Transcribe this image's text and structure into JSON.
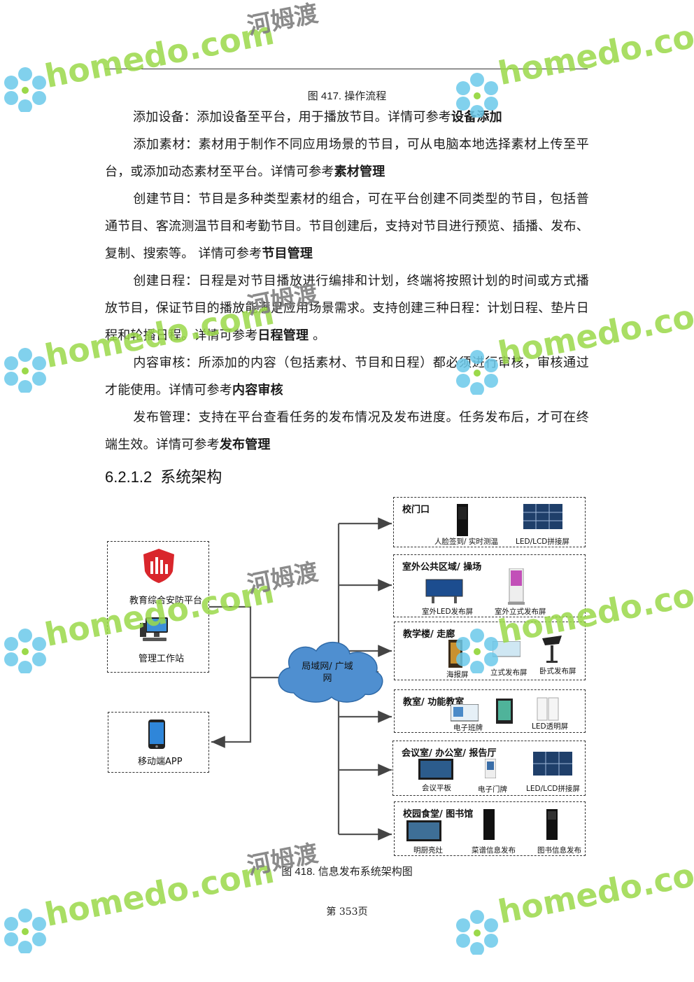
{
  "figure417_caption": "图 417.  操作流程",
  "paragraphs": [
    {
      "text": "添加设备：添加设备至平台，用于播放节目。详情可参考",
      "ref": "设备添加",
      "after": ""
    },
    {
      "text": "添加素材：素材用于制作不同应用场景的节目，可从电脑本地选择素材上传至平台，或添加动态素材至平台。详情可参考",
      "ref": "素材管理",
      "after": ""
    },
    {
      "text": "创建节目：节目是多种类型素材的组合，可在平台创建不同类型的节目，包括普通节目、客流测温节目和考勤节目。节目创建后，支持对节目进行预览、插播、发布、复制、搜索等。 详情可参考",
      "ref": "节目管理",
      "after": ""
    },
    {
      "text": "创建日程：日程是对节目播放进行编排和计划，终端将按照计划的时间或方式播放节目，保证节目的播放能满足应用场景需求。支持创建三种日程：计划日程、垫片日程和轮播日程。详情可参考",
      "ref": "日程管理",
      "after": " 。"
    },
    {
      "text": "内容审核：所添加的内容（包括素材、节目和日程）都必须进行审核，审核通过才能使用。详情可参考",
      "ref": "内容审核",
      "after": ""
    },
    {
      "text": "发布管理：支持在平台查看任务的发布情况及发布进度。任务发布后，才可在终端生效。详情可参考",
      "ref": "发布管理",
      "after": ""
    }
  ],
  "section": {
    "number": "6.2.1.2",
    "title": "系统架构"
  },
  "diagram": {
    "left_nodes": {
      "platform": "教育综合安防平台",
      "workstation": "管理工作站",
      "mobile": "移动端APP"
    },
    "cloud": {
      "line1": "局域网/ 广域",
      "line2": "网"
    },
    "zones": [
      {
        "title": "校门口",
        "devices": [
          "人脸签到/ 实时测温",
          "LED/LCD拼接屏"
        ]
      },
      {
        "title": "室外公共区域/ 操场",
        "devices": [
          "室外LED发布屏",
          "室外立式发布屏"
        ]
      },
      {
        "title": "教学楼/ 走廊",
        "devices": [
          "海报屏",
          "立式发布屏",
          "卧式发布屏"
        ]
      },
      {
        "title": "教室/ 功能教室",
        "devices": [
          "电子班牌",
          "LED透明屏"
        ]
      },
      {
        "title": "会议室/ 办公室/ 报告厅",
        "devices": [
          "会议平板",
          "电子门牌",
          "LED/LCD拼接屏"
        ]
      },
      {
        "title": "校园食堂/ 图书馆",
        "devices": [
          "明厨亮灶",
          "菜谱信息发布",
          "图书信息发布"
        ]
      }
    ]
  },
  "figure418_caption": "图 418.  信息发布系统架构图",
  "footer": "第 353页",
  "watermark": {
    "latin": "homedo.com",
    "cn": "河姆渡"
  }
}
